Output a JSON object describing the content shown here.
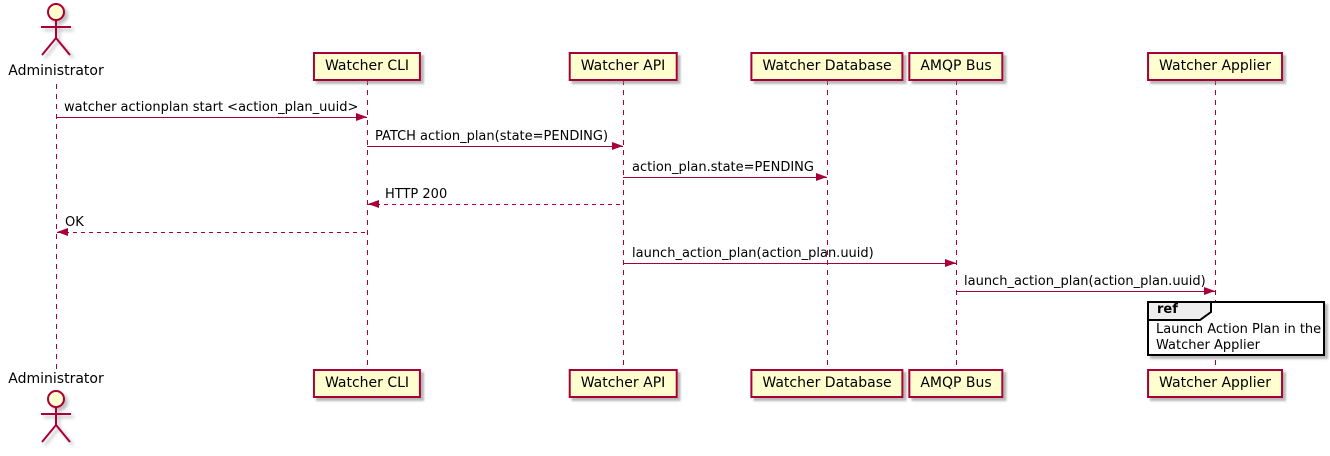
{
  "diagram": {
    "type": "sequence-diagram",
    "background": "#FFFFFF"
  },
  "colors": {
    "line": "#A80036",
    "participant_fill": "#FEFECE",
    "participant_border": "#A80036",
    "text": "#000000",
    "ref_tab_fill": "#EEEEEE",
    "ref_border": "#000000",
    "shadow": "#7D7D7D"
  },
  "participants": [
    {
      "name": "Administrator",
      "kind": "actor"
    },
    {
      "name": "Watcher CLI",
      "kind": "participant"
    },
    {
      "name": "Watcher API",
      "kind": "participant"
    },
    {
      "name": "Watcher Database",
      "kind": "participant"
    },
    {
      "name": "AMQP Bus",
      "kind": "participant"
    },
    {
      "name": "Watcher Applier",
      "kind": "participant"
    }
  ],
  "messages": [
    {
      "from": "Administrator",
      "to": "Watcher CLI",
      "label": "watcher actionplan start <action_plan_uuid>",
      "line": "solid",
      "direction": "right"
    },
    {
      "from": "Watcher CLI",
      "to": "Watcher API",
      "label": "PATCH action_plan(state=PENDING)",
      "line": "solid",
      "direction": "right"
    },
    {
      "from": "Watcher API",
      "to": "Watcher Database",
      "label": "action_plan.state=PENDING",
      "line": "solid",
      "direction": "right"
    },
    {
      "from": "Watcher API",
      "to": "Watcher CLI",
      "label": "HTTP 200",
      "line": "dashed",
      "direction": "left"
    },
    {
      "from": "Watcher CLI",
      "to": "Administrator",
      "label": "OK",
      "line": "dashed",
      "direction": "left"
    },
    {
      "from": "Watcher API",
      "to": "AMQP Bus",
      "label": "launch_action_plan(action_plan.uuid)",
      "line": "solid",
      "direction": "right"
    },
    {
      "from": "AMQP Bus",
      "to": "Watcher Applier",
      "label": "launch_action_plan(action_plan.uuid)",
      "line": "solid",
      "direction": "right"
    }
  ],
  "ref": {
    "keyword": "ref",
    "line1": "Launch Action Plan in the",
    "line2": "Watcher Applier"
  }
}
